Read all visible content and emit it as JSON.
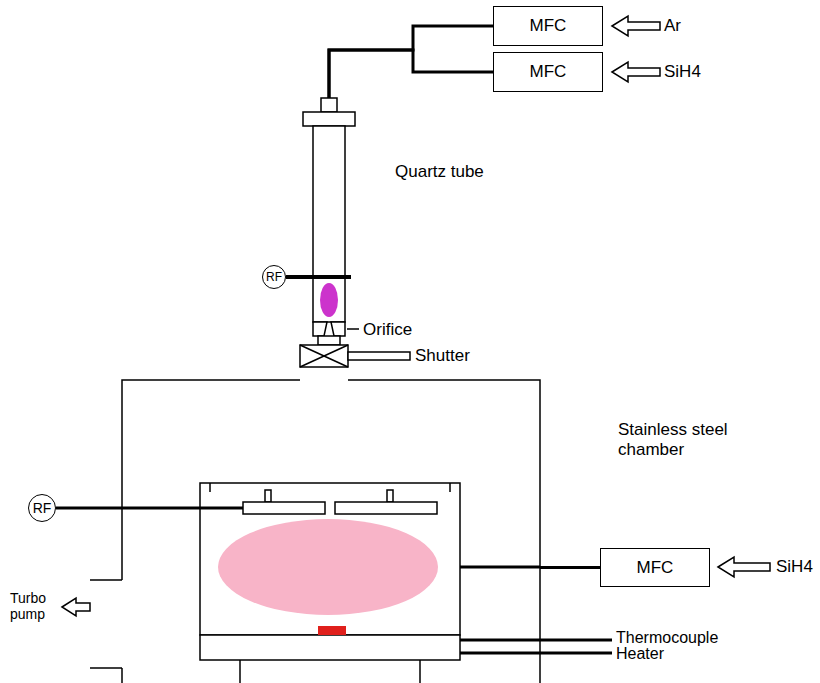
{
  "diagram": {
    "nodes": [
      {
        "text": [
          "MFC"
        ]
      },
      {
        "text": [
          "MFC"
        ]
      },
      {
        "text": [
          "Quartz tube"
        ]
      },
      {
        "text": [
          "RF"
        ]
      },
      {
        "text": [
          "Stainless steel chamber"
        ]
      },
      {
        "text": [
          "RF"
        ]
      },
      {
        "text": [
          "MFC"
        ]
      }
    ],
    "edges": [
      {
        "from": 0,
        "to": 2,
        "arrow": "none"
      },
      {
        "from": 1,
        "to": 2,
        "arrow": "none"
      },
      {
        "from": 3,
        "to": 2,
        "arrow": "none"
      },
      {
        "from": 5,
        "to": 4,
        "arrow": "none"
      },
      {
        "from": 6,
        "to": 4,
        "arrow": "none"
      }
    ],
    "labels": [
      "Ar",
      "SiH4",
      "Orifice",
      "Shutter",
      "Turbo pump",
      "SiH4",
      "Thermocouple",
      "Heater"
    ]
  }
}
